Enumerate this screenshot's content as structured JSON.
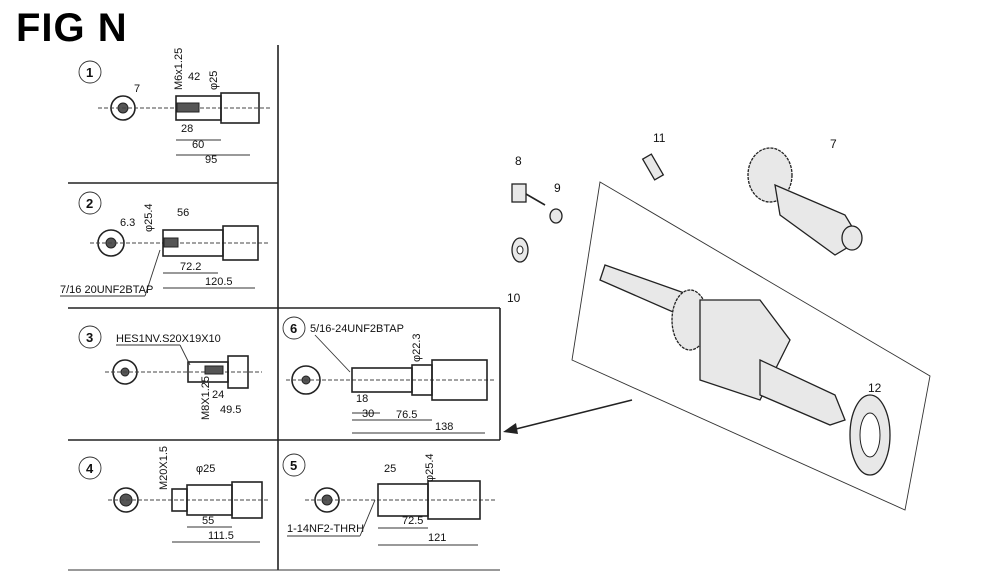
{
  "title": "FIG N",
  "panels": {
    "p1": {
      "number": "1",
      "dims": {
        "a": "7",
        "thread": "M6x1.25",
        "b": "42",
        "dia": "φ25",
        "c": "28",
        "d": "60",
        "e": "95"
      }
    },
    "p2": {
      "number": "2",
      "dims": {
        "a": "6.3",
        "dia": "φ25.4",
        "b": "56",
        "c": "72.2",
        "d": "120.5"
      },
      "note": "7/16 20UNF2BTAP"
    },
    "p3": {
      "number": "3",
      "note": "HES1NV.S20X19X10",
      "dims": {
        "thread": "M8X1.25",
        "a": "24",
        "b": "49.5"
      }
    },
    "p4": {
      "number": "4",
      "dims": {
        "thread": "M20X1.5",
        "dia": "φ25",
        "a": "55",
        "b": "111.5"
      }
    },
    "p5": {
      "number": "5",
      "dims": {
        "a": "25",
        "dia": "φ25.4",
        "b": "72.5",
        "c": "121"
      },
      "note": "1-14NF2-THRH"
    },
    "p6": {
      "number": "6",
      "note": "5/16-24UNF2BTAP",
      "dims": {
        "dia": "φ22.3",
        "a": "18",
        "b": "30",
        "c": "76.5",
        "d": "138"
      }
    }
  },
  "parts": {
    "p7": "7",
    "p8": "8",
    "p9": "9",
    "p10": "10",
    "p11": "11",
    "p12": "12"
  }
}
